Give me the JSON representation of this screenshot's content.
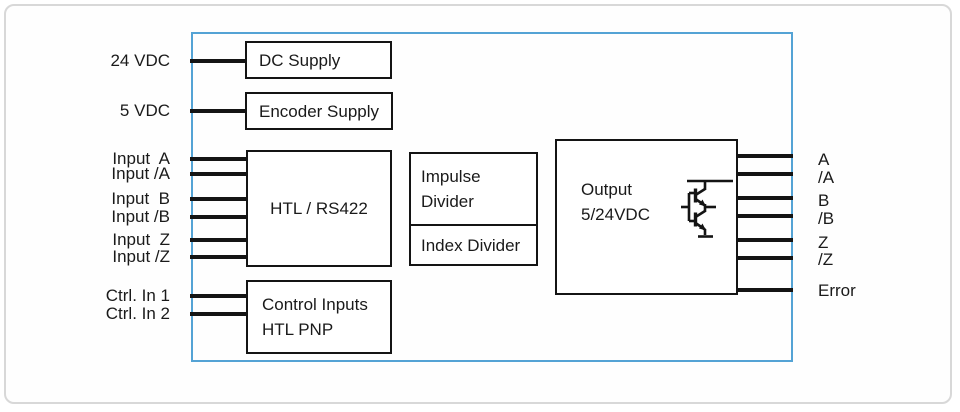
{
  "diagram": {
    "title_semantic": "HTL/RS422 signal converter block diagram",
    "left_ports": [
      "24 VDC",
      "5 VDC",
      "Input  A",
      "Input /A",
      "Input  B",
      "Input /B",
      "Input  Z",
      "Input /Z",
      "Ctrl. In 1",
      "Ctrl. In 2"
    ],
    "blocks": {
      "dc_supply": {
        "label": "DC Supply"
      },
      "encoder_supply": {
        "label": "Encoder Supply"
      },
      "input_converter": {
        "label": "HTL / RS422"
      },
      "impulse_divider": {
        "line1": "Impulse",
        "line2": "Divider"
      },
      "index_divider": {
        "label": "Index Divider"
      },
      "control_inputs": {
        "line1": "Control Inputs",
        "line2": "HTL PNP"
      },
      "output_stage": {
        "line1": "Output",
        "line2": "5/24VDC"
      }
    },
    "right_ports": [
      "A",
      "/A",
      "B",
      "/B",
      "Z",
      "/Z",
      "Error"
    ],
    "icons": {
      "output_stage": "push-pull-transistor-icon"
    },
    "colors": {
      "boundary_blue": "#54a3d5",
      "line_black": "#141414",
      "frame_gray": "#d8d8d8"
    }
  }
}
